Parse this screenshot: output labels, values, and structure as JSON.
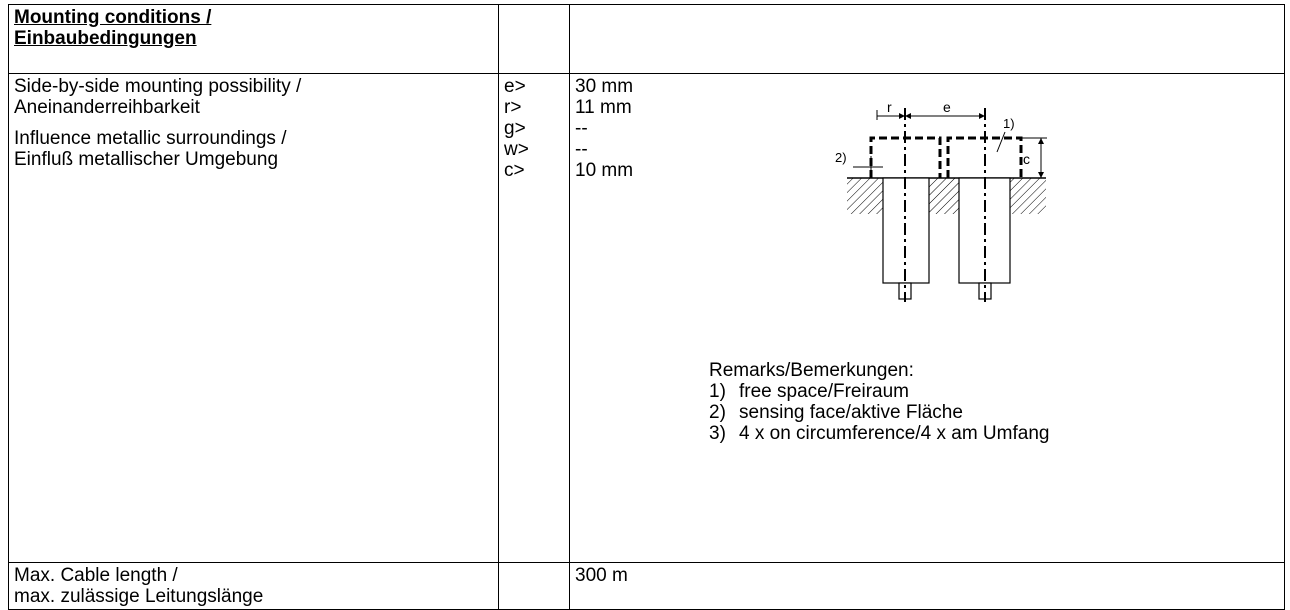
{
  "header": {
    "title_line1": "Mounting conditions /",
    "title_line2": "Einbaubedingungen"
  },
  "mounting": {
    "label_lines": [
      "Side-by-side mounting possibility /",
      "Aneinanderreihbarkeit",
      "Influence metallic surroundings /",
      "Einfluß metallischer Umgebung"
    ],
    "params": [
      {
        "symbol": "e>",
        "value": "30 mm"
      },
      {
        "symbol": "r>",
        "value": "11 mm"
      },
      {
        "symbol": "g>",
        "value": "--"
      },
      {
        "symbol": "w>",
        "value": "--"
      },
      {
        "symbol": "c>",
        "value": "10 mm"
      }
    ],
    "diagram_labels": {
      "r": "r",
      "e": "e",
      "c": "c",
      "note1": "1)",
      "note2": "2)"
    },
    "remarks_title": "Remarks/Bemerkungen:",
    "remarks": [
      {
        "num": "1)",
        "text": "free space/Freiraum"
      },
      {
        "num": "2)",
        "text": "sensing face/aktive Fläche"
      },
      {
        "num": "3)",
        "text": "4 x on circumference/4 x am Umfang"
      }
    ]
  },
  "cable": {
    "label_line1": "Max. Cable length /",
    "label_line2": "max. zulässige Leitungslänge",
    "value": "300 m"
  }
}
